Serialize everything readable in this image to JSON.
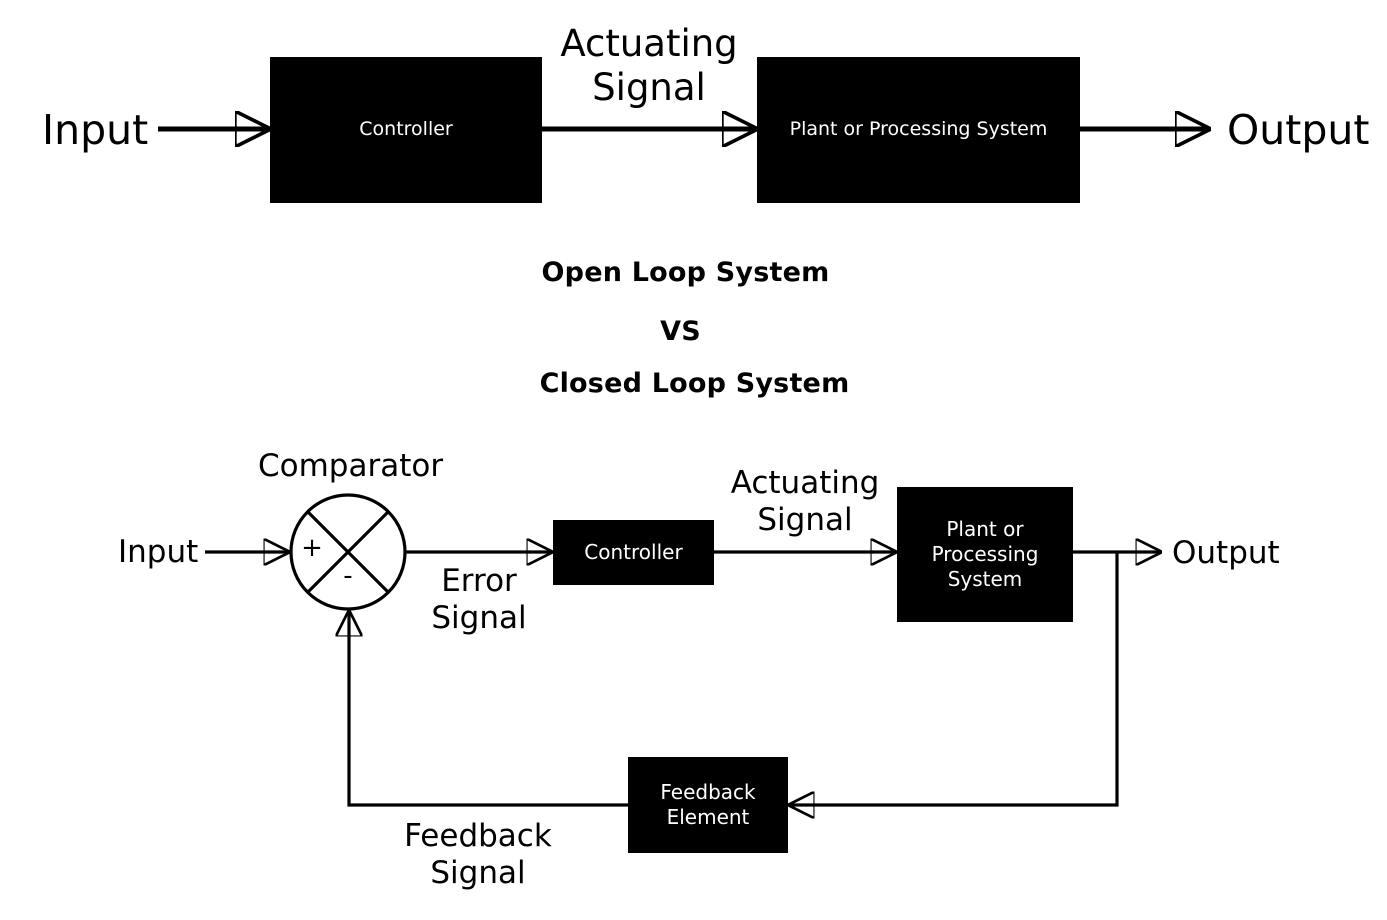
{
  "diagram": {
    "title": "Open Loop System VS Closed Loop System",
    "background_color": "#ffffff",
    "line_color": "#000000",
    "block_fill_color": "#000000",
    "block_text_color": "#ffffff"
  },
  "headings": {
    "open_loop": "Open Loop System",
    "vs": "VS",
    "closed_loop": "Closed Loop System"
  },
  "open_loop": {
    "input_label": "Input",
    "controller_label": "Controller",
    "actuating_signal_label": "Actuating\nSignal",
    "plant_label": "Plant or Processing System",
    "output_label": "Output"
  },
  "closed_loop": {
    "comparator_label": "Comparator",
    "input_label": "Input",
    "plus_sign": "+",
    "minus_sign": "-",
    "error_signal_label": "Error\nSignal",
    "controller_label": "Controller",
    "actuating_signal_label": "Actuating\nSignal",
    "plant_label": "Plant or\nProcessing\nSystem",
    "output_label": "Output",
    "feedback_element_label": "Feedback\nElement",
    "feedback_signal_label": "Feedback\nSignal"
  }
}
